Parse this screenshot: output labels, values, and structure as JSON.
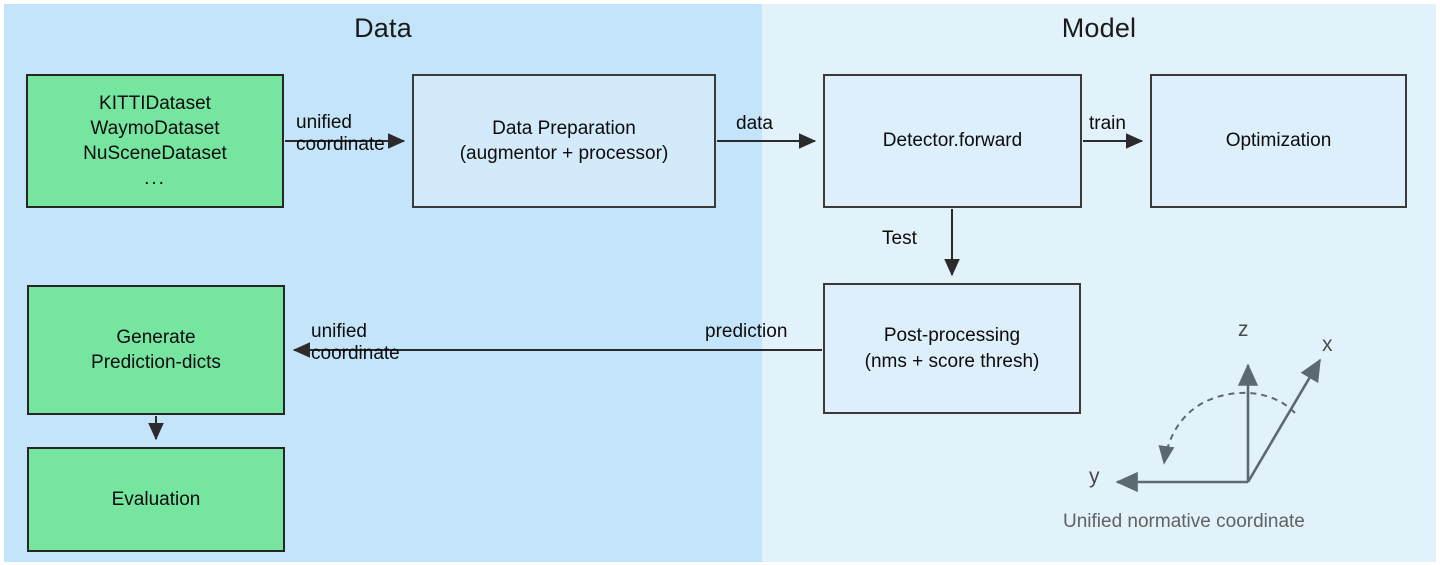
{
  "figure": {
    "sections": [
      {
        "id": "data",
        "title": "Data",
        "background": "#c4e4f9"
      },
      {
        "id": "model",
        "title": "Model",
        "background": "#e2f2fb"
      }
    ],
    "nodes": [
      {
        "id": "datasets",
        "style": "green",
        "lines": [
          "KITTIDataset",
          "WaymoDataset",
          "NuSceneDataset",
          "..."
        ]
      },
      {
        "id": "data-preparation",
        "style": "blue",
        "lines": [
          "Data Preparation",
          "(augmentor + processor)"
        ]
      },
      {
        "id": "detector-forward",
        "style": "blue",
        "lines": [
          "Detector.forward"
        ]
      },
      {
        "id": "optimization",
        "style": "blue",
        "lines": [
          "Optimization"
        ]
      },
      {
        "id": "post-processing",
        "style": "blue",
        "lines": [
          "Post-processing",
          "(nms + score thresh)"
        ]
      },
      {
        "id": "generate-prediction-dicts",
        "style": "green",
        "lines": [
          "Generate",
          "Prediction-dicts"
        ]
      },
      {
        "id": "evaluation",
        "style": "green",
        "lines": [
          "Evaluation"
        ]
      }
    ],
    "edges": [
      {
        "id": "datasets-to-prep",
        "label_line1": "unified",
        "label_line2": "coordinate"
      },
      {
        "id": "prep-to-detector",
        "label_line1": "data",
        "label_line2": ""
      },
      {
        "id": "detector-to-optimization",
        "label_line1": "train",
        "label_line2": ""
      },
      {
        "id": "detector-to-postprocessing",
        "label_line1": "Test",
        "label_line2": ""
      },
      {
        "id": "postprocessing-to-generate",
        "label_line1": "prediction",
        "label_line2": ""
      },
      {
        "id": "postprocessing-to-generate-2",
        "label_line1": "unified",
        "label_line2": "coordinate"
      },
      {
        "id": "generate-to-evaluation",
        "label_line1": "",
        "label_line2": ""
      }
    ],
    "coordinate_frame": {
      "caption": "Unified normative coordinate",
      "axes": [
        {
          "name": "z"
        },
        {
          "name": "x"
        },
        {
          "name": "y"
        }
      ]
    },
    "colors": {
      "green_fill": "#76e5a0",
      "blue_fill": "#dceffa",
      "data_panel": "#c4e4f9",
      "model_panel": "#e2f2fb",
      "stroke": "#2b2b2b",
      "axis_gray": "#5a6a70"
    }
  }
}
